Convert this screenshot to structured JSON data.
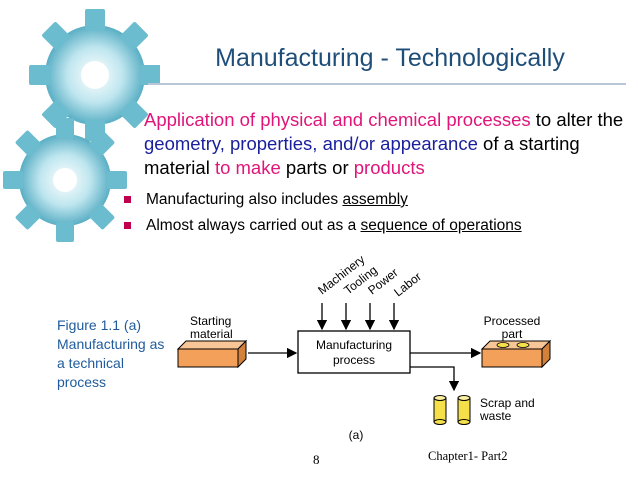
{
  "title": "Manufacturing - Technologically",
  "paragraph": {
    "p1": "Application of physical and chemical processes",
    "p2": " to alter the ",
    "p3": "geometry, properties, and/or appearance",
    "p4": " of a starting material ",
    "p5": "to make",
    "p6": " parts or ",
    "p7": "products"
  },
  "bullets": [
    {
      "text": "Manufacturing also includes ",
      "link": "assembly"
    },
    {
      "text": "Almost always carried out as a ",
      "link": "sequence of  operations"
    }
  ],
  "figure": {
    "caption": "Figure 1.1 (a) Manufacturing as a technical process",
    "inputs": [
      "Machinery",
      "Tooling",
      "Power",
      "Labor"
    ],
    "starting_material": [
      "Starting",
      "material"
    ],
    "process": [
      "Manufacturing",
      "process"
    ],
    "processed_part": [
      "Processed",
      "part"
    ],
    "scrap": [
      "Scrap and",
      "waste"
    ],
    "sublabel": "(a)"
  },
  "footer": {
    "page_number": "8",
    "chapter": "Chapter1- Part2"
  },
  "colors": {
    "title": "#1f4e79",
    "highlight_pink": "#e0157a",
    "highlight_navy": "#1a1f9c",
    "bullet": "#c0004e",
    "gear": "#5fb3c8",
    "material_block": "#f3a15a"
  }
}
